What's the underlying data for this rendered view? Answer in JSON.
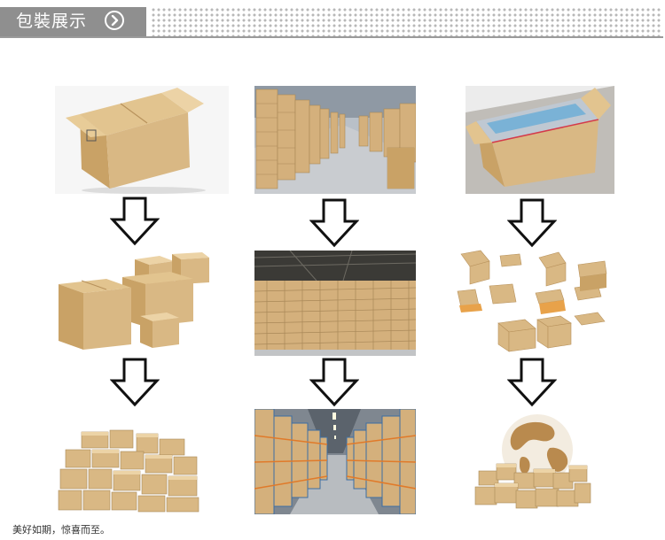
{
  "header": {
    "title": "包裝展示",
    "arrow_icon": "circle-chevron-right-icon"
  },
  "grid": {
    "columns": [
      {
        "panels": [
          {
            "name": "single-carton-box-photo",
            "icon": "carton-box"
          },
          {
            "name": "stacked-carton-boxes-photo",
            "icon": "carton-stack"
          },
          {
            "name": "pile-of-shipping-boxes-photo",
            "icon": "box-pile"
          }
        ]
      },
      {
        "panels": [
          {
            "name": "warehouse-aisles-photo",
            "icon": "warehouse"
          },
          {
            "name": "warehouse-pallets-photo",
            "icon": "warehouse-stack"
          },
          {
            "name": "warehouse-racks-photo",
            "icon": "warehouse-racks"
          }
        ]
      },
      {
        "panels": [
          {
            "name": "open-carton-photo",
            "icon": "open-carton"
          },
          {
            "name": "assorted-box-types-photo",
            "icon": "box-types"
          },
          {
            "name": "globe-with-boxes-photo",
            "icon": "globe-boxes"
          }
        ]
      }
    ],
    "arrow_icon": "down-arrow-outline-icon"
  },
  "footer": {
    "text": "美好如期，惊喜而至。"
  },
  "colors": {
    "header_bar": "#8f8f8f",
    "dots": "#b8b8b8",
    "cardboard": "#d9b884",
    "cardboard_dark": "#b8925c",
    "cardboard_light": "#ecd3a6",
    "warehouse_floor": "#c9ccd0",
    "warehouse_wall": "#9aa3ad"
  }
}
